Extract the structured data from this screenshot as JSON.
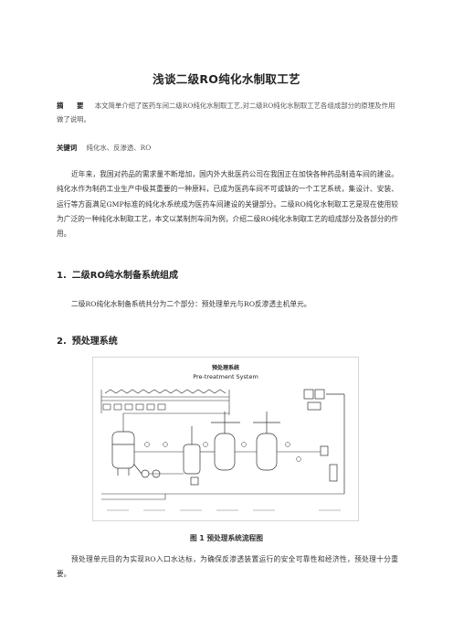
{
  "document": {
    "title": "浅谈二级RO纯化水制取工艺",
    "abstract_label": "摘 要",
    "abstract_text": "本文简单介绍了医药车间二级RO纯化水制取工艺,对二级RO纯化水制取工艺各组成部分的原理及作用做了说明。",
    "keywords_label": "关键词",
    "keywords_text": "纯化水、反渗透、RO",
    "intro_paragraph": "近年来，我国对药品的需求量不断增加，国内外大批医药公司在我国正在加快各种药品制造车间的建设。纯化水作为制药工业生产中极其重要的一种原料，已成为医药车间不可或缺的一个工艺系统，集设计、安装、运行等方面满足GMP标准的纯化水系统成为医药车间建设的关键部分。二级RO纯化水制取工艺是现在使用较为广泛的一种纯化水制取工艺，本文以某制剂车间为例，介绍二级RO纯化水制取工艺的组成部分及各部分的作用。",
    "section1": {
      "number": "1.",
      "heading": "二级RO纯水制备系统组成",
      "text": "二级RO纯化水制备系统共分为二个部分：预处理单元与RO反渗透主机单元。"
    },
    "section2": {
      "number": "2.",
      "heading": "预处理系统"
    },
    "figure": {
      "title_cn": "预处理系统",
      "title_en": "Pre-treatment System",
      "caption": "图 1 预处理系统流程图"
    },
    "closing_paragraph": "预处理单元目的为实现RO入口水达标，为确保反渗透装置运行的安全可靠性和经济性，预处理十分重要。"
  }
}
